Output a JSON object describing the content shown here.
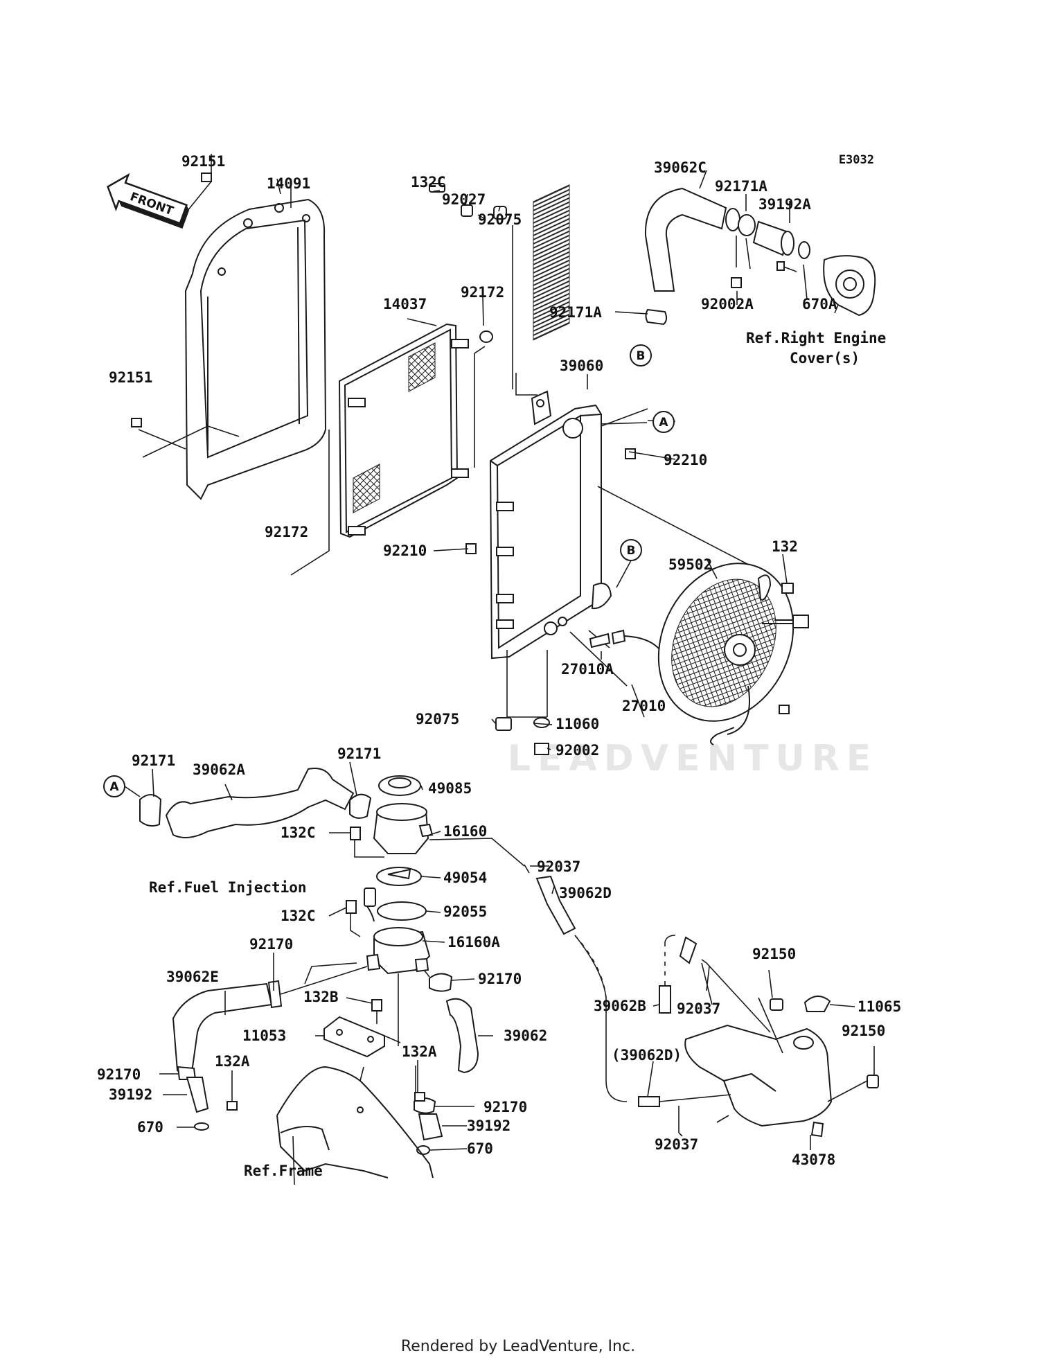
{
  "diagram": {
    "code": "E3032",
    "front_label": "FRONT",
    "watermark": "LEADVENTURE",
    "footer": "Rendered by LeadVenture, Inc.",
    "refs": {
      "right_engine_cover": [
        "Ref.Right Engine",
        "Cover(s)"
      ],
      "fuel_injection": "Ref.Fuel Injection",
      "frame": "Ref.Frame"
    },
    "markers": {
      "a": "A",
      "b": "B"
    },
    "parts": {
      "p92151_top": "92151",
      "p14091": "14091",
      "p132c_top": "132C",
      "p92027": "92027",
      "p92075_top": "92075",
      "p39062c": "39062C",
      "p92171a_top": "92171A",
      "p39192a": "39192A",
      "p14037": "14037",
      "p92172_top": "92172",
      "p92171a_left": "92171A",
      "p92002a": "92002A",
      "p670a": "670A",
      "p39060": "39060",
      "p92151_left": "92151",
      "p92210_right": "92210",
      "p92172_bottom": "92172",
      "p92210_left": "92210",
      "p132": "132",
      "p59502": "59502",
      "p27010a": "27010A",
      "p27010": "27010",
      "p92075_bottom": "92075",
      "p11060": "11060",
      "p92002": "92002",
      "p92171_left": "92171",
      "p39062a": "39062A",
      "p92171_mid": "92171",
      "p49085": "49085",
      "p132c_mid": "132C",
      "p16160": "16160",
      "p92037_top": "92037",
      "p39062d": "39062D",
      "p49054": "49054",
      "p132c_low": "132C",
      "p92055": "92055",
      "p92170_upper": "92170",
      "p16160a": "16160A",
      "p39062e": "39062E",
      "p92170_right": "92170",
      "p132b": "132B",
      "p11053": "11053",
      "p39062": "39062",
      "p92150_top": "92150",
      "p39062b": "39062B",
      "p92037_mid": "92037",
      "p11065": "11065",
      "p92150_right": "92150",
      "p132a_left": "132A",
      "p132a_mid": "132A",
      "p92170_left": "92170",
      "p39192_left": "39192",
      "p670_left": "670",
      "p92170_low": "92170",
      "p39192_mid": "39192",
      "p670_mid": "670",
      "p39062d_paren": "(39062D)",
      "p92037_bottom": "92037",
      "p43078": "43078"
    }
  }
}
